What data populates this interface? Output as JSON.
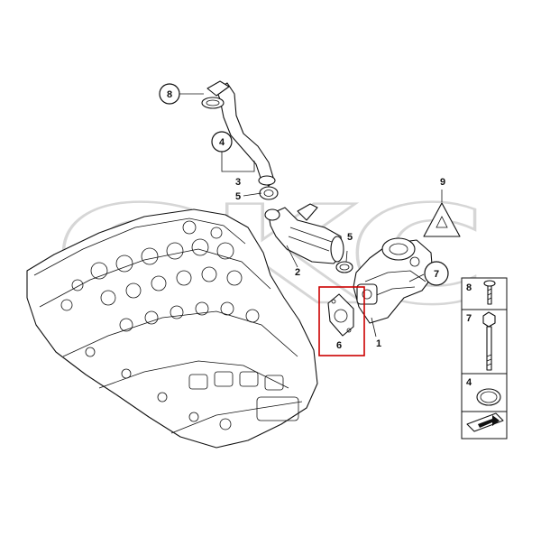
{
  "watermark": {
    "text": "GKC"
  },
  "callouts": [
    {
      "id": "8",
      "label": "8",
      "shape": "circle"
    },
    {
      "id": "4",
      "label": "4",
      "shape": "circle"
    },
    {
      "id": "3",
      "label": "3",
      "shape": "plain"
    },
    {
      "id": "5a",
      "label": "5",
      "shape": "plain"
    },
    {
      "id": "2",
      "label": "2",
      "shape": "plain"
    },
    {
      "id": "5b",
      "label": "5",
      "shape": "plain"
    },
    {
      "id": "9",
      "label": "9",
      "shape": "plain"
    },
    {
      "id": "7",
      "label": "7",
      "shape": "circle"
    },
    {
      "id": "1",
      "label": "1",
      "shape": "plain"
    },
    {
      "id": "6",
      "label": "6",
      "shape": "plain"
    }
  ],
  "highlight": {
    "part": "6",
    "color": "#cc0000"
  },
  "legend": [
    {
      "label": "8",
      "item": "bolt"
    },
    {
      "label": "7",
      "item": "hex-bolt"
    },
    {
      "label": "4",
      "item": "o-ring"
    },
    {
      "label": "",
      "item": "arrow-plate"
    }
  ],
  "colors": {
    "line": "#111111",
    "watermark": "#d6d6d6",
    "highlight": "#cc0000"
  }
}
